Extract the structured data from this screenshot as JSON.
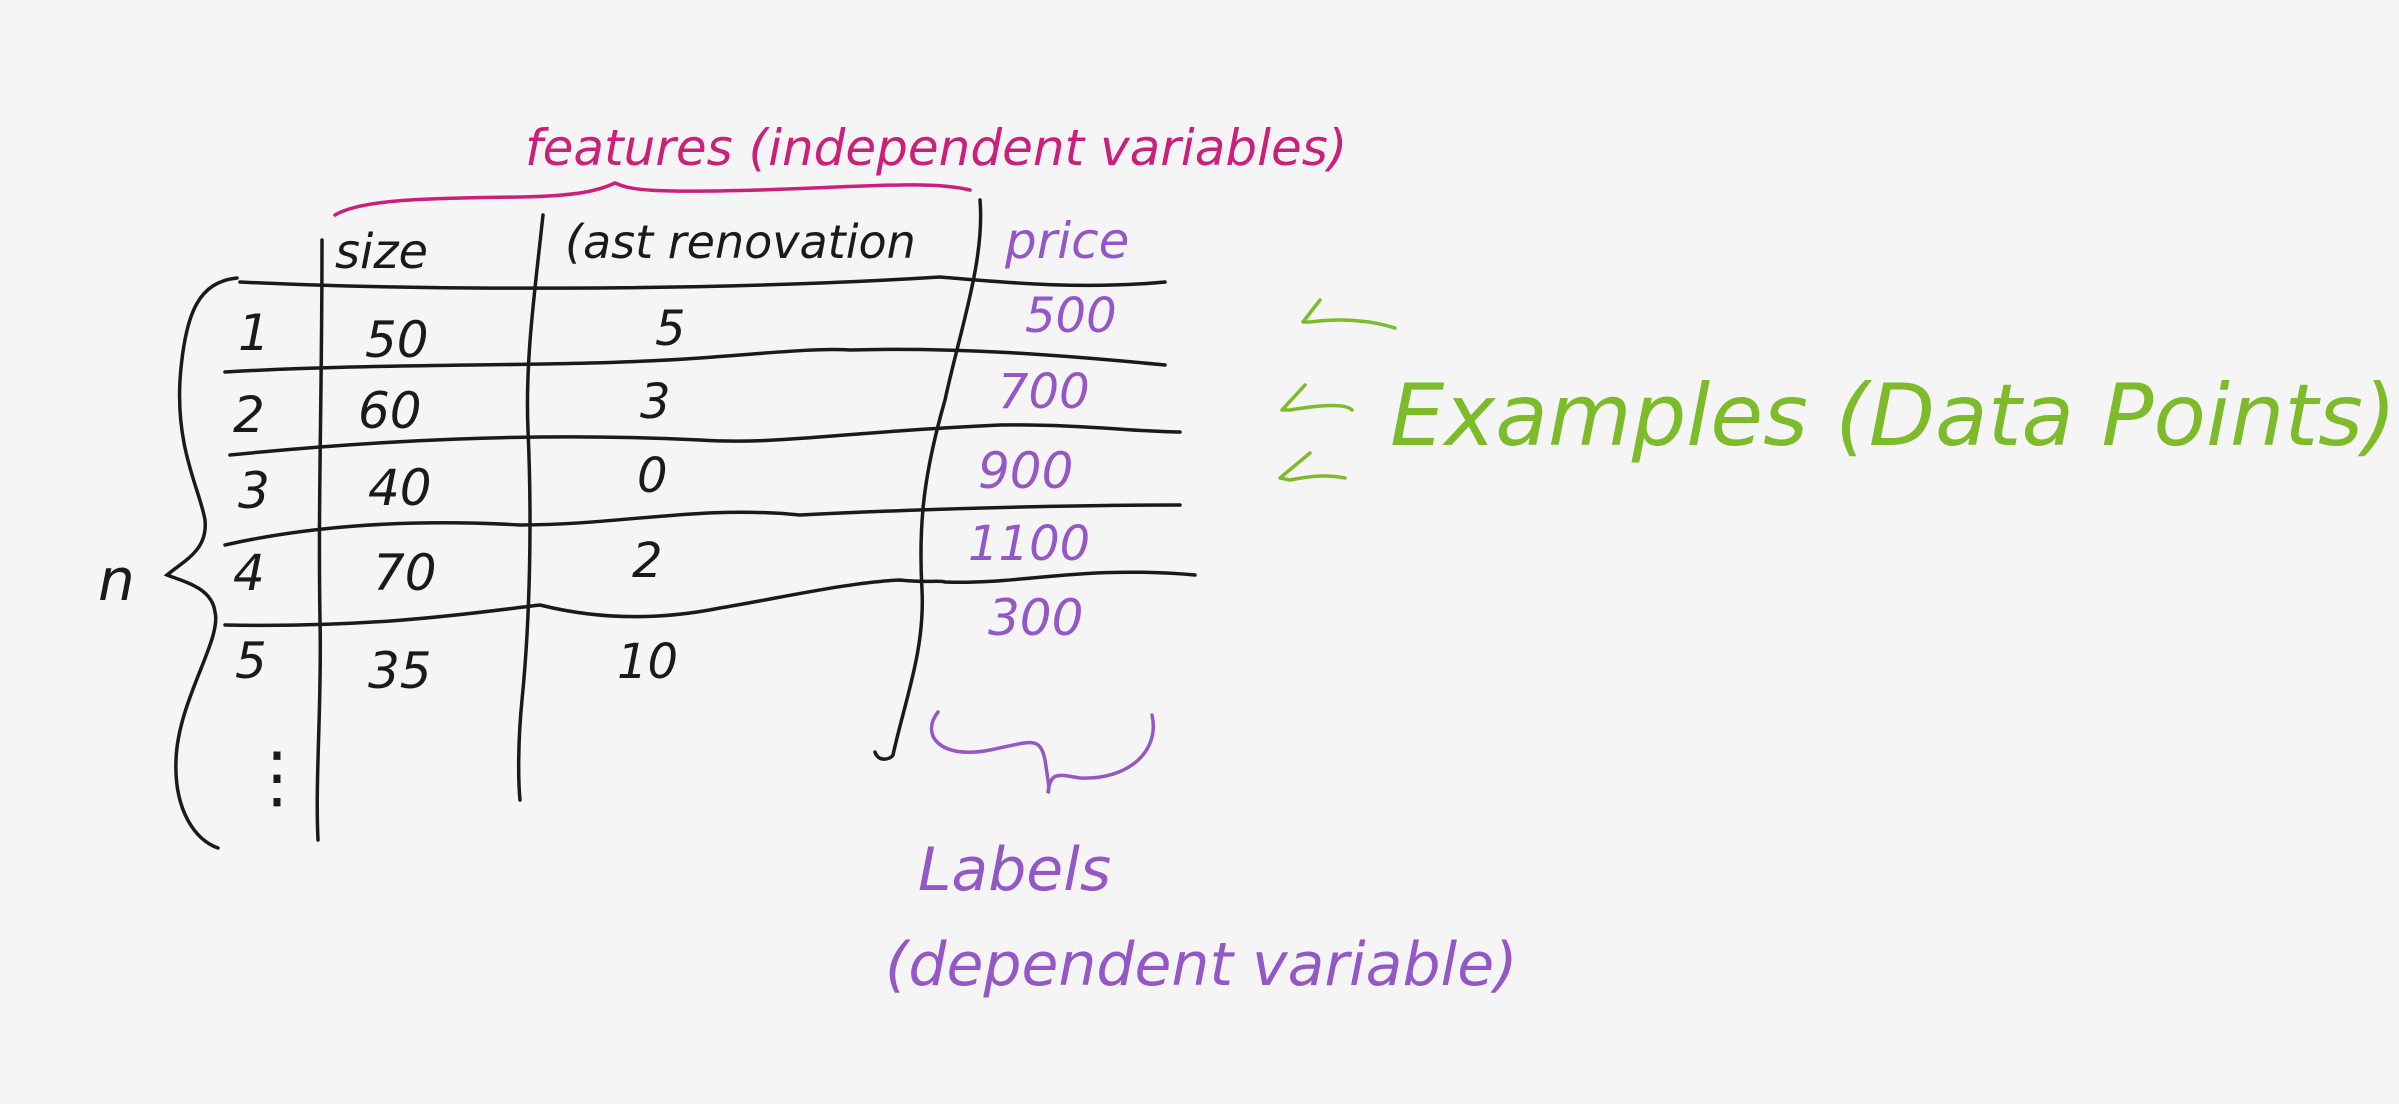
{
  "colors": {
    "background": "#f5f5f5",
    "ink": "#1a1a1a",
    "features": "#cc1f7a",
    "labels": "#9457c8",
    "examples": "#7dbb2a"
  },
  "features_heading": "features (independent variables)",
  "examples_heading": "Examples (Data Points)",
  "labels_heading": {
    "line1": "Labels",
    "line2": "(dependent variable)"
  },
  "count_symbol": "n",
  "table": {
    "headers": [
      "size",
      "(ast renovation",
      "price"
    ],
    "rows": [
      {
        "id": "1",
        "size": "50",
        "renovation": "5",
        "price": "500"
      },
      {
        "id": "2",
        "size": "60",
        "renovation": "3",
        "price": "700"
      },
      {
        "id": "3",
        "size": "40",
        "renovation": "0",
        "price": "900"
      },
      {
        "id": "4",
        "size": "70",
        "renovation": "2",
        "price": "1100"
      },
      {
        "id": "5",
        "size": "35",
        "renovation": "10",
        "price": "300"
      }
    ],
    "ellipsis": "⋮"
  }
}
